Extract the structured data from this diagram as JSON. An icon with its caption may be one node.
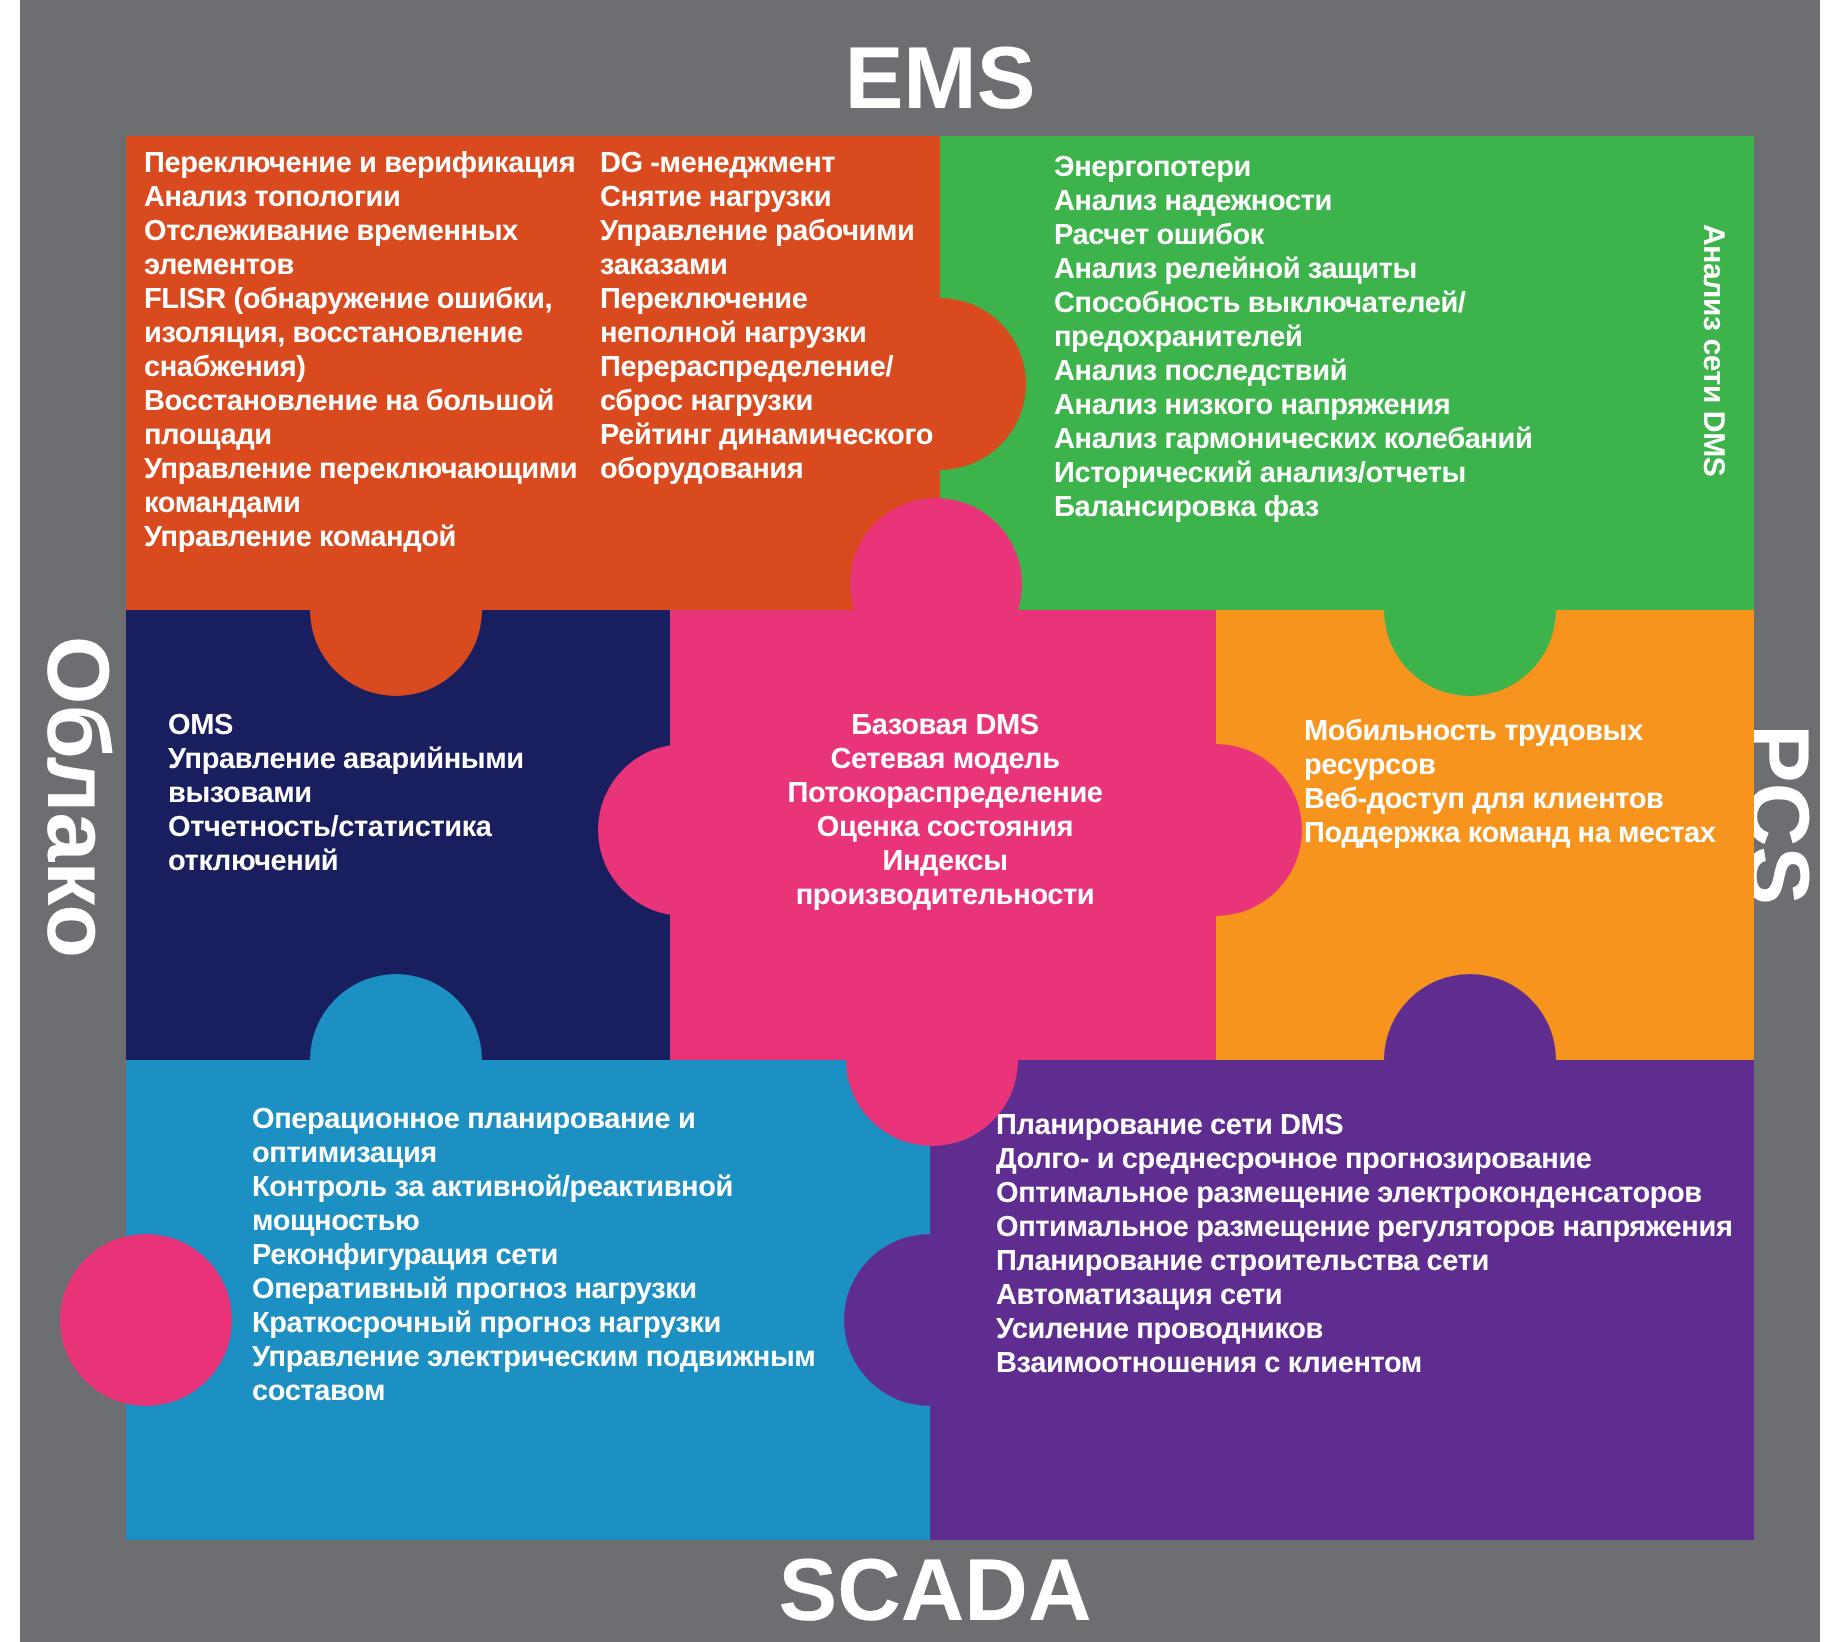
{
  "diagram": {
    "nodes": [
      {
        "text": [
          "Переключение и верификация",
          "Анализ топологии",
          "Отслеживание временных элементов",
          "FLISR (обнаружение ошибки, изоляция, восстановление снабжения)",
          "Восстановление на большой площади",
          "Управление переключающими командами",
          "Управление командой",
          "DG -менеджмент",
          "Снятие нагрузки",
          "Управление рабочими заказами",
          "Переключение неполной нагрузки",
          "Перераспределение/ сброс нагрузки",
          "Рейтинг динамического оборудования"
        ]
      },
      {
        "text": [
          "Энергопотери",
          "Анализ надежности",
          "Расчет ошибок",
          "Анализ релейной защиты",
          "Способность выключателей/предохранителей",
          "Анализ последствий",
          "Анализ низкого напряжения",
          "Анализ гармонических колебаний",
          "Исторический анализ/отчеты",
          "Балансировка фаз",
          "Анализ сети DMS"
        ]
      },
      {
        "text": [
          "OMS",
          "Управление аварийными вызовами",
          "Отчетность/статистика отключений"
        ]
      },
      {
        "text": [
          "Базовая DMS",
          "Сетевая модель",
          "Потокораспределение",
          "Оценка состояния",
          "Индексы производительности"
        ]
      },
      {
        "text": [
          "Мобильность трудовых ресурсов",
          "Веб-доступ для клиентов",
          "Поддержка  команд на местах"
        ]
      },
      {
        "text": [
          "Операционное планирование и оптимизация",
          "Контроль за активной/реактивной мощностью",
          "Реконфигурация сети",
          "Оперативный прогноз нагрузки",
          "Краткосрочный прогноз нагрузки",
          "Управление электрическим подвижным составом"
        ]
      },
      {
        "text": [
          "Планирование сети DMS",
          "Долго-  и среднесрочное прогнозирование",
          "Оптимальное размещение электроконденсаторов",
          "Оптимальное размещение регуляторов напряжения",
          "Планирование строительства сети",
          "Автоматизация сети",
          "Усиление проводников",
          "Взаимоотношения с клиентом"
        ]
      }
    ],
    "labels": [
      "EMS",
      "Облако",
      "PCS",
      "SCADA"
    ]
  }
}
